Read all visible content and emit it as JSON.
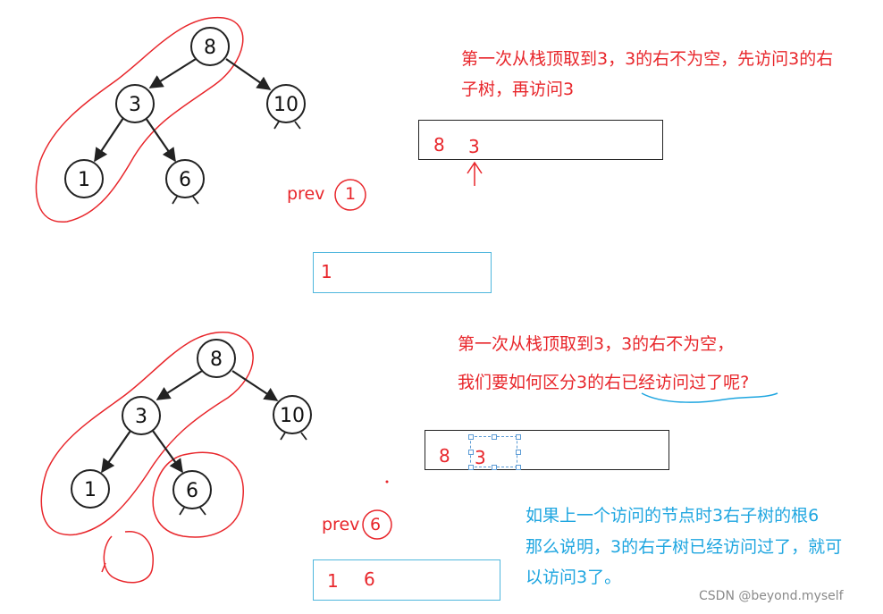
{
  "diagram1": {
    "nodes": [
      "8",
      "3",
      "10",
      "1",
      "6"
    ],
    "note_line1": "第一次从栈顶取到3，3的右不为空，先访问3的右",
    "note_line2": "子树，再访问3",
    "stack_items": [
      "8",
      "3"
    ],
    "prev_label": "prev",
    "prev_value": "1",
    "visited_box": [
      "1"
    ]
  },
  "diagram2": {
    "nodes": [
      "8",
      "3",
      "10",
      "1",
      "6"
    ],
    "note_line1": "第一次从栈顶取到3，3的右不为空，",
    "note_line2": "我们要如何区分3的右已经访问过了呢?",
    "stack_items": [
      "8",
      "3"
    ],
    "prev_label": "prev",
    "prev_value": "6",
    "visited_box": [
      "1",
      "6"
    ],
    "answer_line1": "如果上一个访问的节点时3右子树的根6",
    "answer_line2": "那么说明，3的右子树已经访问过了，就可",
    "answer_line3": "以访问3了。"
  },
  "watermark": "CSDN @beyond.myself",
  "colors": {
    "red": "#e8262b",
    "blue": "#1fa6e0",
    "node_stroke": "#222222"
  }
}
